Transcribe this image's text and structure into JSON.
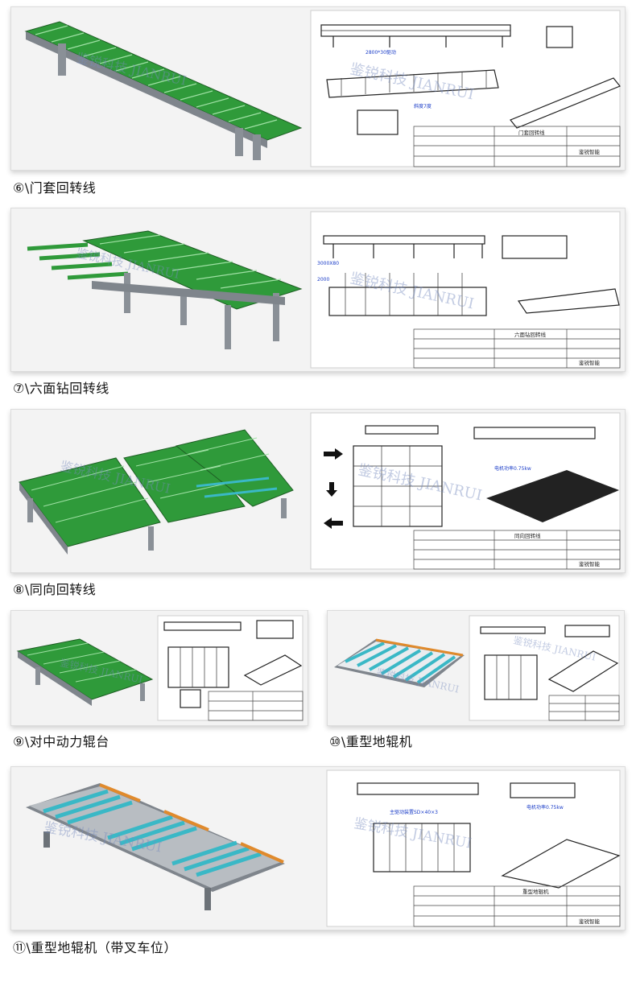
{
  "colors": {
    "roller_green": "#2f9a3a",
    "roller_cyan": "#3ab8c6",
    "frame_grey": "#7f858c",
    "side_orange": "#e08a2c",
    "dim_blue": "#1a3cc8"
  },
  "watermark": {
    "text": "鉴锐科技 JIANRUI"
  },
  "sections": [
    {
      "caption": "⑥\\门套回转线",
      "drawing": {
        "title": "门套回转线",
        "note": "斜度7度",
        "signature": "鉴锐智能"
      }
    },
    {
      "caption": "⑦\\六面钻回转线",
      "drawing": {
        "title": "六面钻回转线",
        "signature": "鉴锐智能"
      }
    },
    {
      "caption": "⑧\\同向回转线",
      "drawing": {
        "title": "同向回转线",
        "signature": "鉴锐智能"
      }
    },
    {
      "caption": "⑨\\对中动力辊台",
      "drawing": {
        "title": "",
        "signature": ""
      }
    },
    {
      "caption": "⑩\\重型地辊机",
      "drawing": {
        "title": "",
        "signature": ""
      }
    },
    {
      "caption": "⑪\\重型地辊机（带叉车位）",
      "drawing": {
        "title": "重型地辊机",
        "note": "电机功率0.75kw",
        "signature": "鉴锐智能"
      }
    }
  ]
}
